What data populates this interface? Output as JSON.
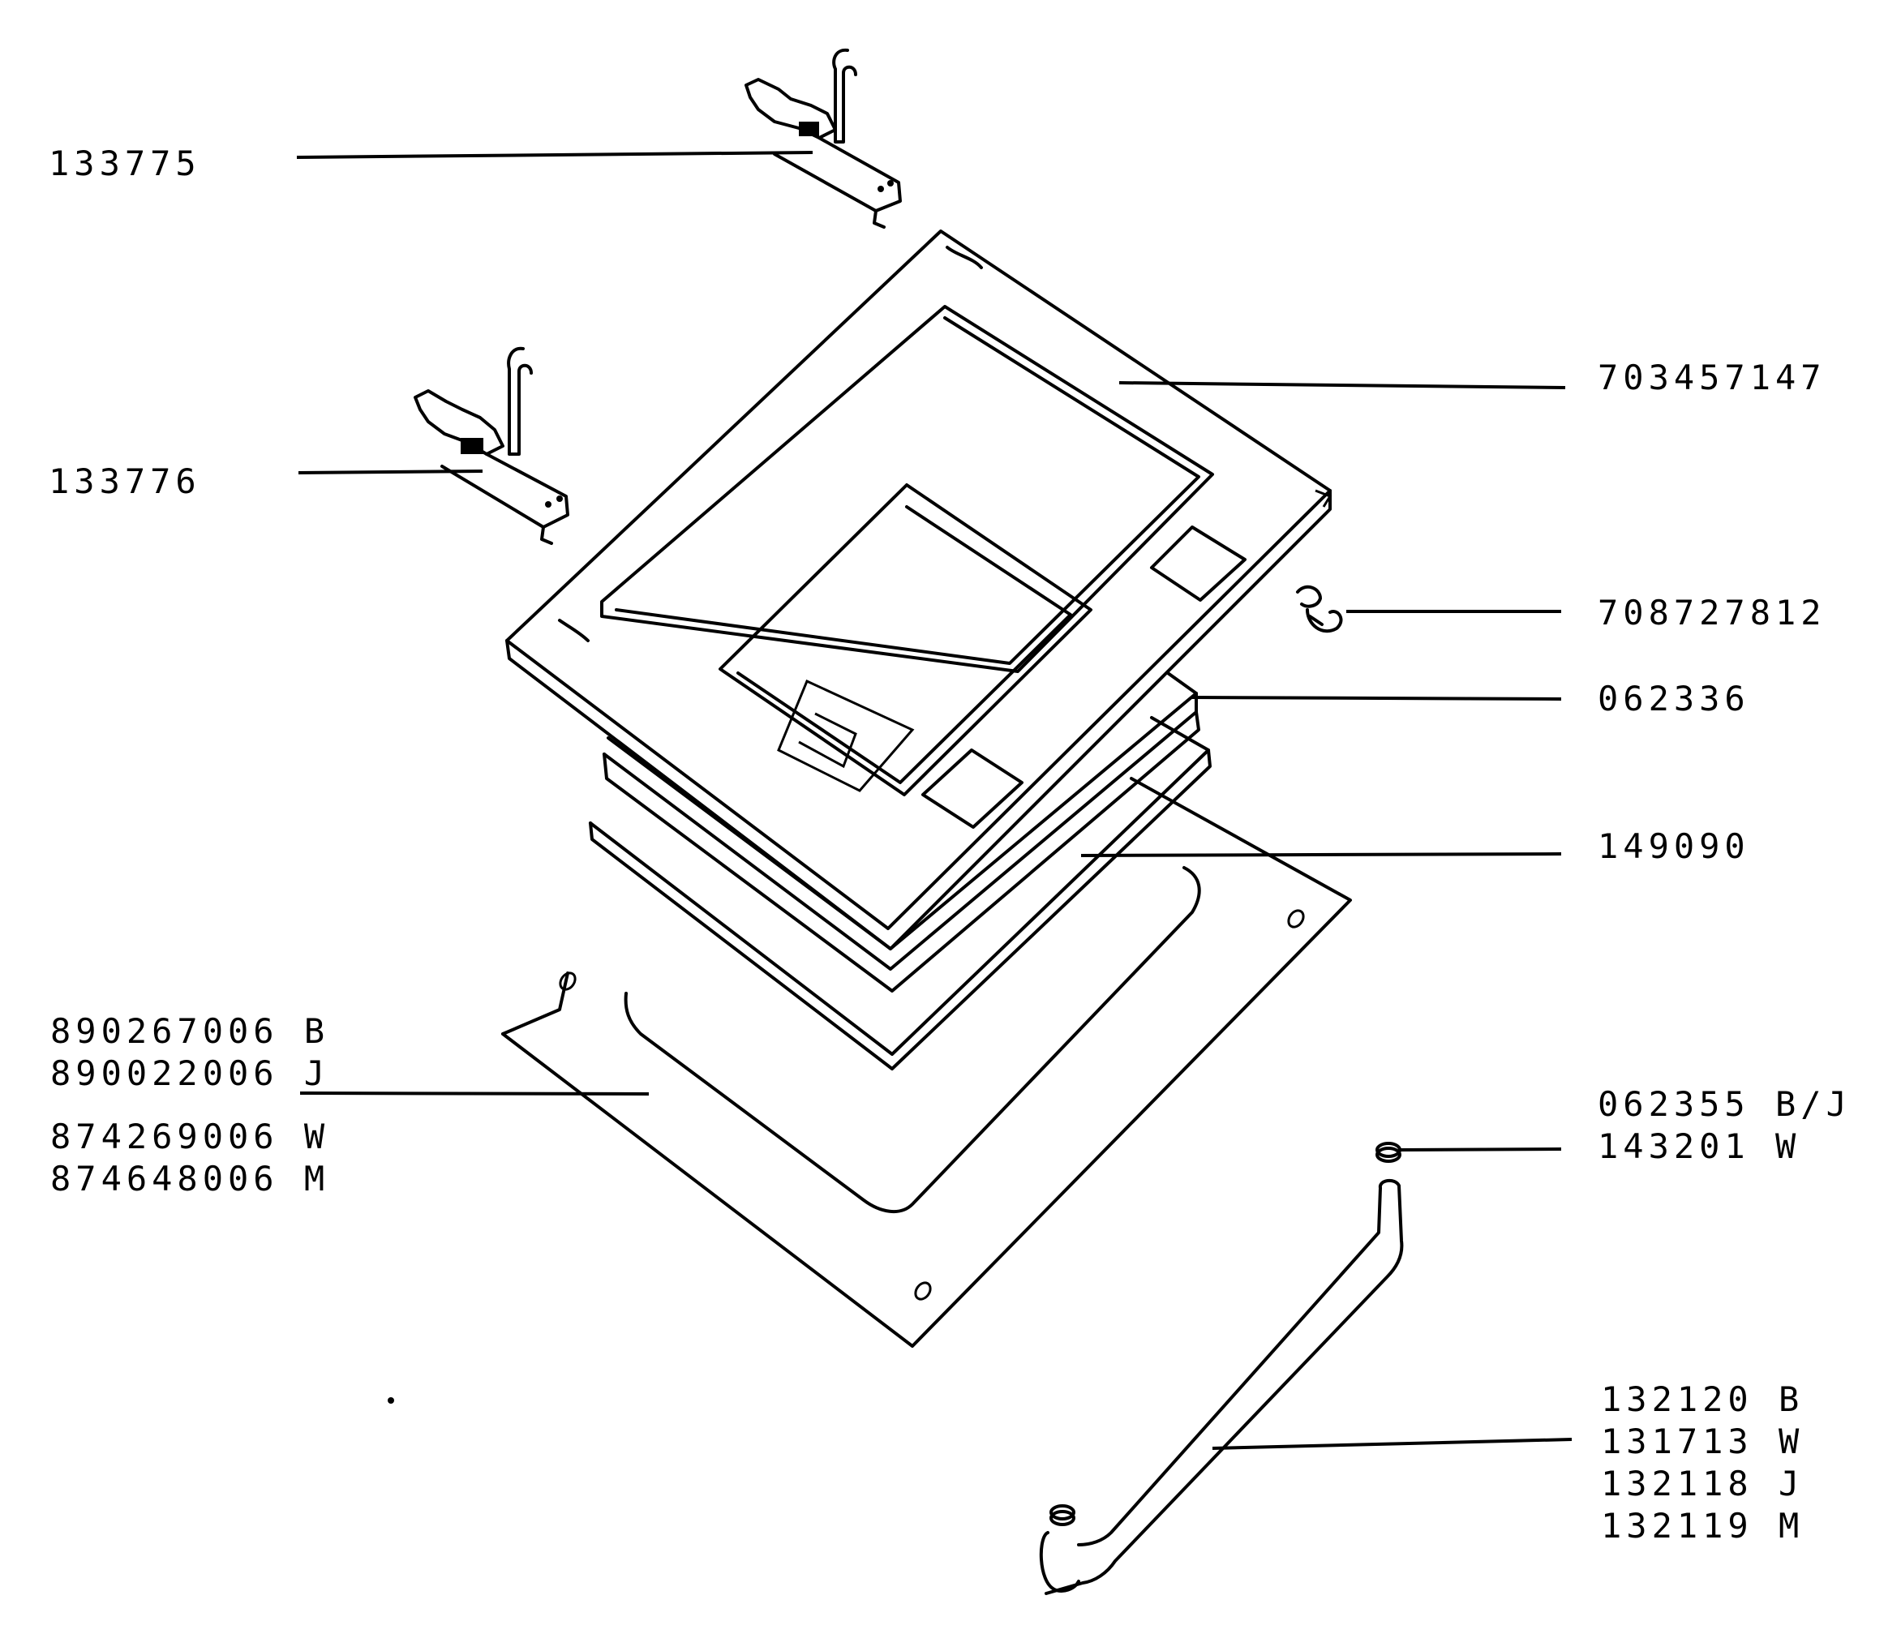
{
  "parts": {
    "hinge_right": "133775",
    "hinge_left": "133776",
    "door_frame": "703457147",
    "clip": "708727812",
    "inner_panel": "062336",
    "glass_panel": "149090",
    "outer_glass": [
      "890267006 B",
      "890022006 J",
      "874269006 W",
      "874648006 M"
    ],
    "handle_cap": [
      "062355 B/J",
      "143201 W"
    ],
    "handle": [
      "132120 B",
      "131713 W",
      "132118 J",
      "132119 M"
    ]
  }
}
